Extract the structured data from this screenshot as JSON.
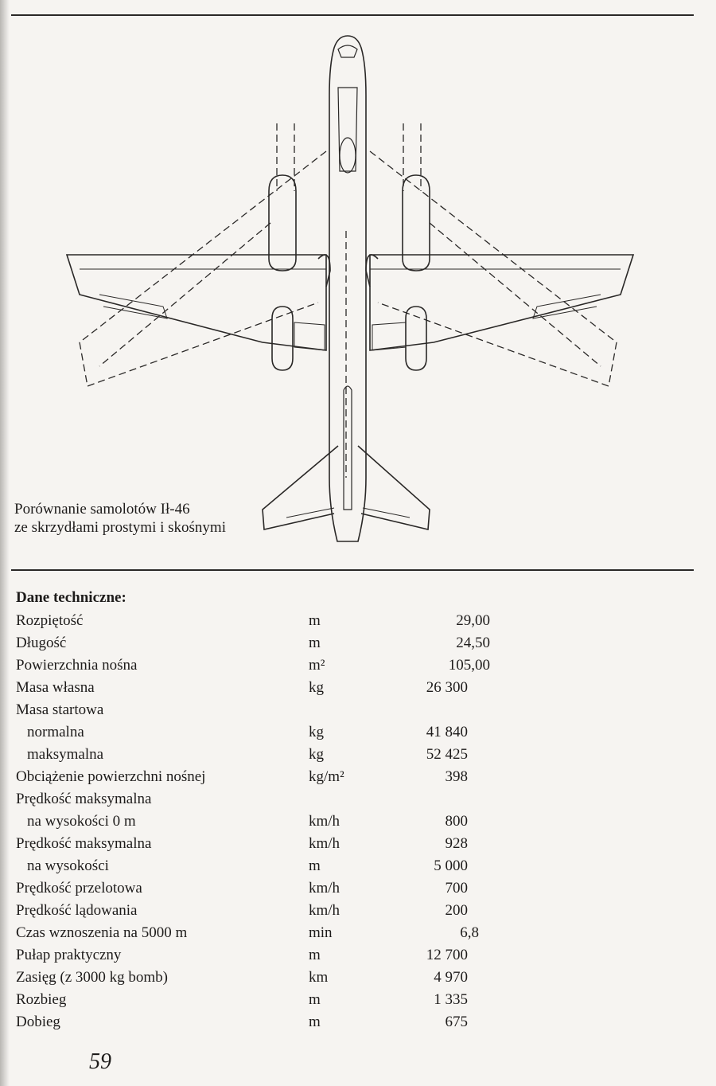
{
  "figure": {
    "caption_line1": "Porównanie samolotów Ił-46",
    "caption_line2": "ze skrzydłami prostymi i skośnymi",
    "icon": "aircraft-planform-drawing"
  },
  "specs": {
    "title": "Dane techniczne:",
    "rows": [
      {
        "label": "Rozpiętość",
        "unit": "m",
        "value": "29,00"
      },
      {
        "label": "Długość",
        "unit": "m",
        "value": "24,50"
      },
      {
        "label": "Powierzchnia nośna",
        "unit": "m²",
        "value": "105,00"
      },
      {
        "label": "Masa własna",
        "unit": "kg",
        "value": "26 300"
      },
      {
        "label": "Masa startowa",
        "unit": "",
        "value": ""
      },
      {
        "label": "normalna",
        "unit": "kg",
        "value": "41 840"
      },
      {
        "label": "maksymalna",
        "unit": "kg",
        "value": "52 425"
      },
      {
        "label": "Obciążenie powierzchni nośnej",
        "unit": "kg/m²",
        "value": "398"
      },
      {
        "label": "Prędkość maksymalna",
        "unit": "",
        "value": ""
      },
      {
        "label": "na wysokości 0 m",
        "unit": "km/h",
        "value": "800"
      },
      {
        "label": "Prędkość maksymalna",
        "unit": "km/h",
        "value": "928"
      },
      {
        "label": "na wysokości",
        "unit": "m",
        "value": "5 000"
      },
      {
        "label": "Prędkość przelotowa",
        "unit": "km/h",
        "value": "700"
      },
      {
        "label": "Prędkość lądowania",
        "unit": "km/h",
        "value": "200"
      },
      {
        "label": "Czas wznoszenia na 5000 m",
        "unit": "min",
        "value": "6,8"
      },
      {
        "label": "Pułap praktyczny",
        "unit": "m",
        "value": "12 700"
      },
      {
        "label": "Zasięg (z 3000 kg bomb)",
        "unit": "km",
        "value": "4 970"
      },
      {
        "label": "Rozbieg",
        "unit": "m",
        "value": "1 335"
      },
      {
        "label": "Dobieg",
        "unit": "m",
        "value": "675"
      }
    ]
  },
  "page_number": "59"
}
